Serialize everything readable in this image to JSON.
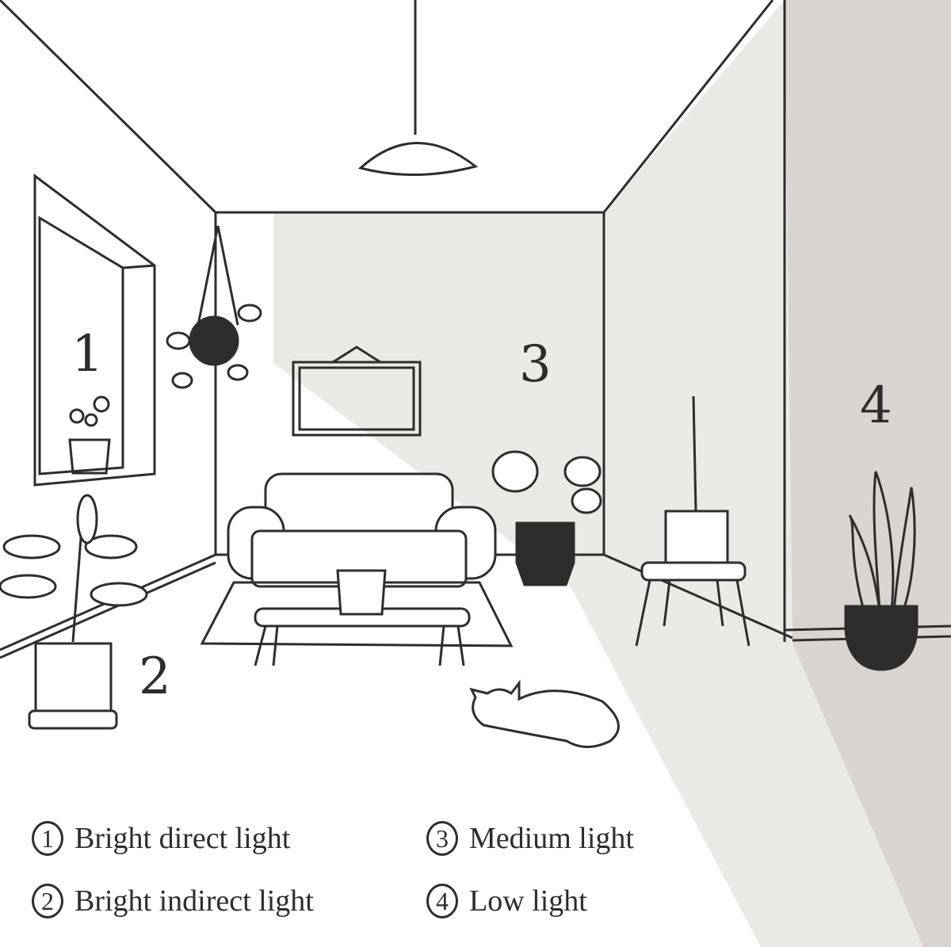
{
  "zones": [
    {
      "number": "1",
      "label": "Bright direct light"
    },
    {
      "number": "2",
      "label": "Bright indirect light"
    },
    {
      "number": "3",
      "label": "Medium light"
    },
    {
      "number": "4",
      "label": "Low light"
    }
  ],
  "colors": {
    "ink": "#2f2d2b",
    "medium_shade": "#ebe9e6",
    "low_shade": "#d9d4cf",
    "background": "#ffffff"
  }
}
